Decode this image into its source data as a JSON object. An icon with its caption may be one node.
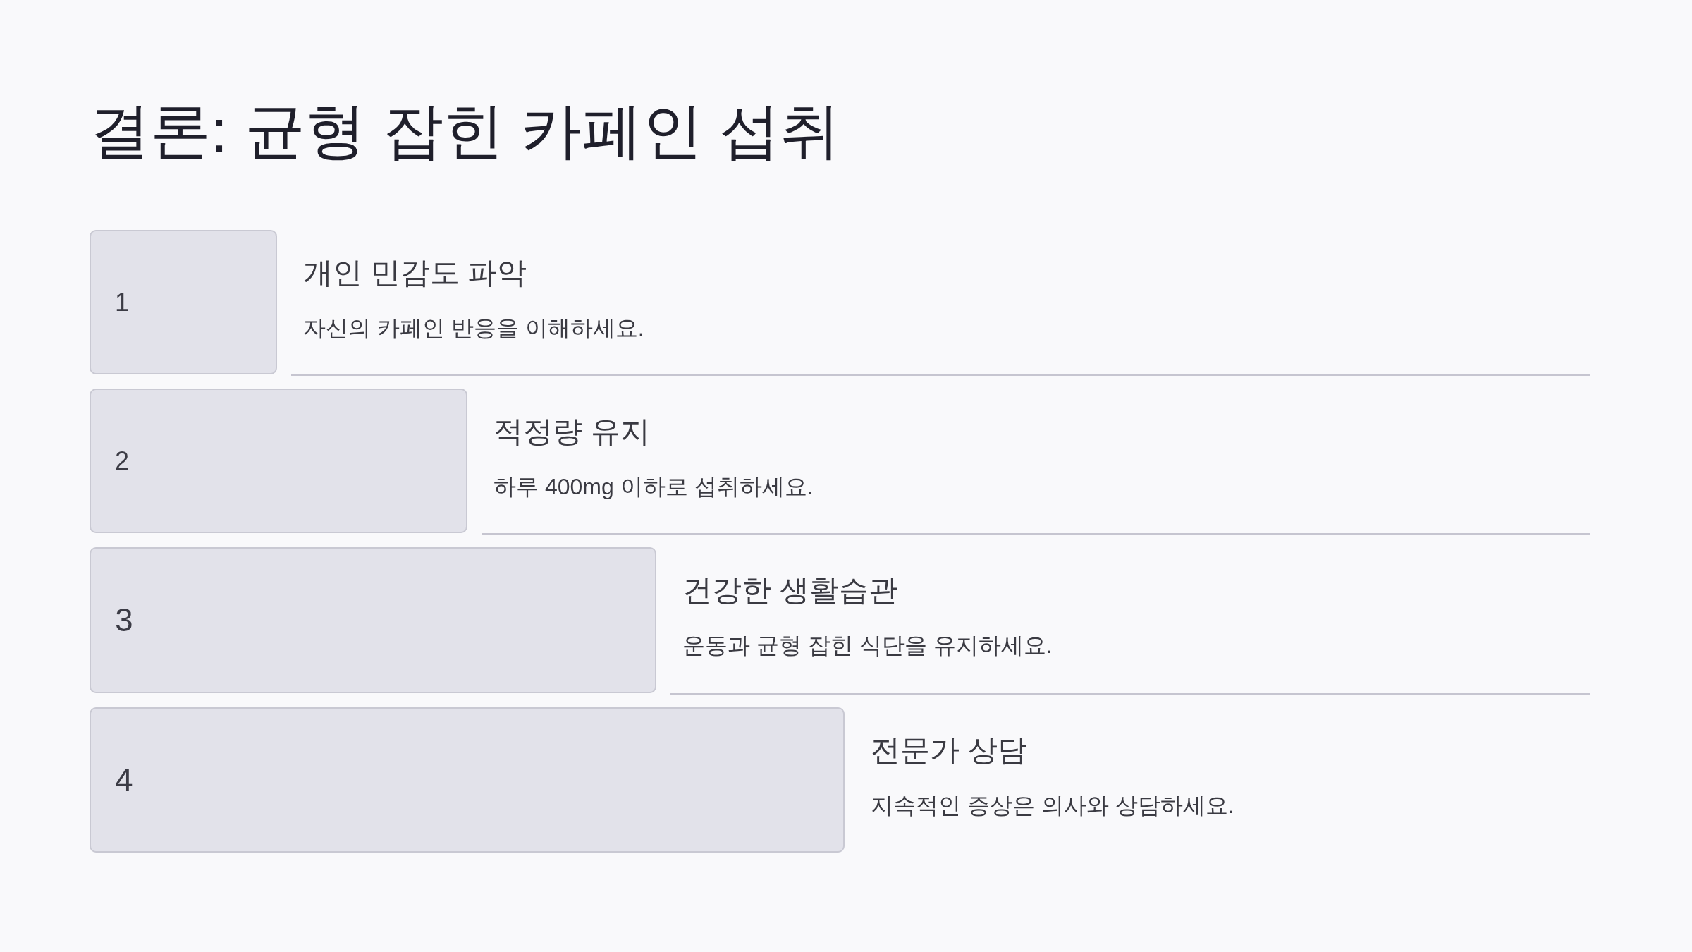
{
  "diagram": {
    "title": "결론: 균형 잡힌 카페인 섭취",
    "nodes": [
      {
        "text": [
          "1"
        ],
        "beside": [
          "개인 민감도 파악",
          "자신의 카페인 반응을 이해하세요."
        ]
      },
      {
        "text": [
          "2"
        ],
        "beside": [
          "적정량 유지",
          "하루 400mg 이하로 섭취하세요."
        ]
      },
      {
        "text": [
          "3"
        ],
        "beside": [
          "건강한 생활습관",
          "운동과 균형 잡힌 식단을 유지하세요."
        ]
      },
      {
        "text": [
          "4"
        ],
        "beside": [
          "전문가 상담",
          "지속적인 증상은 의사와 상담하세요."
        ]
      }
    ]
  }
}
